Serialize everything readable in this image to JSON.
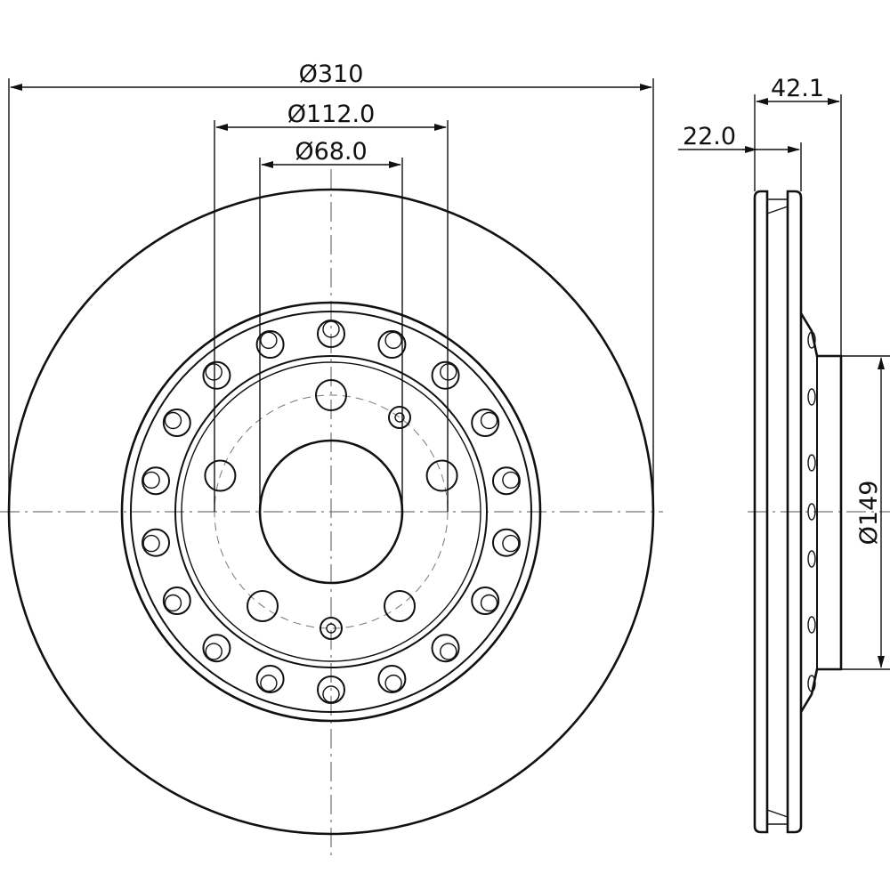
{
  "dimensions": {
    "outer_diameter": "Ø310",
    "bolt_circle": "Ø112.0",
    "center_bore": "Ø68.0",
    "total_height": "42.1",
    "disc_thickness": "22.0",
    "hat_diameter": "Ø149"
  },
  "colors": {
    "line": "#111111",
    "background": "#ffffff"
  }
}
